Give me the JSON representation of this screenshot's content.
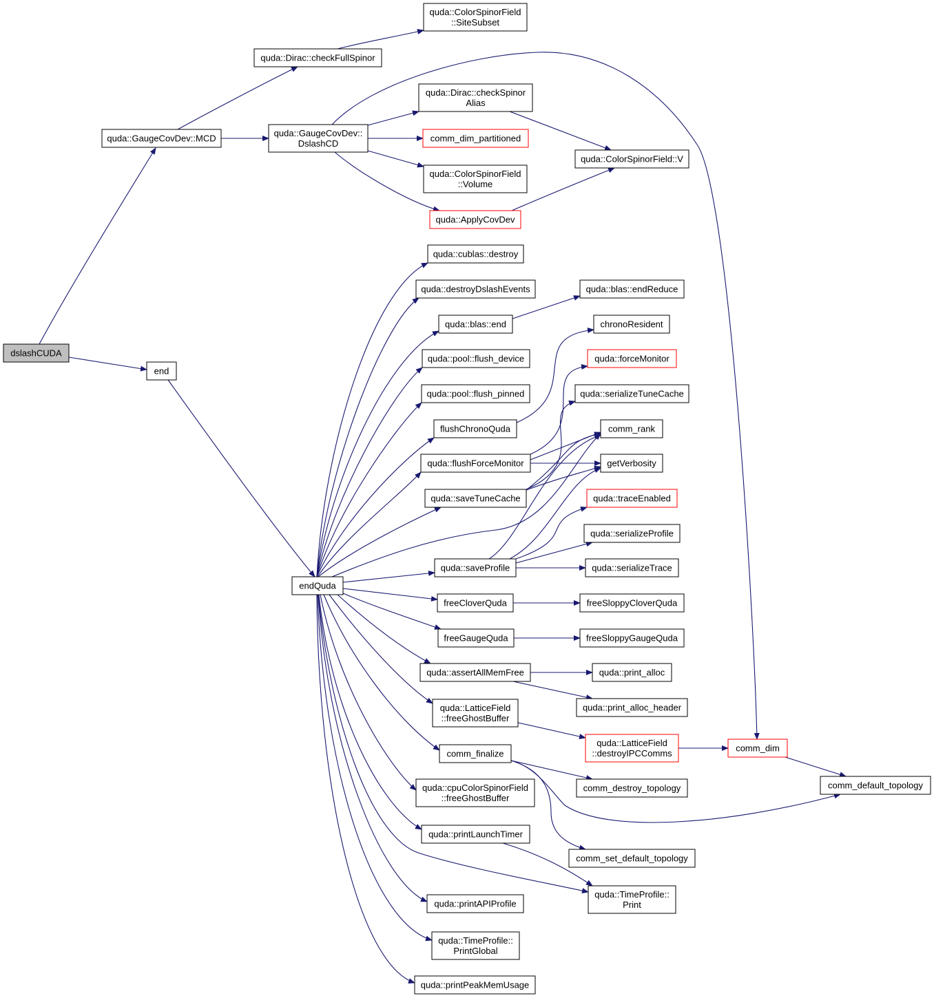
{
  "colors": {
    "edge": "#191970",
    "node_border": "#000000",
    "truncated_border": "#ff0000",
    "root_fill": "#bfbfbf",
    "node_fill": "#ffffff"
  },
  "nodes": [
    {
      "id": "dslashCUDA",
      "lines": [
        "dslashCUDA"
      ],
      "root": true
    },
    {
      "id": "mcd",
      "lines": [
        "quda::GaugeCovDev::MCD"
      ]
    },
    {
      "id": "end",
      "lines": [
        "end"
      ]
    },
    {
      "id": "checkFull",
      "lines": [
        "quda::Dirac::checkFullSpinor"
      ]
    },
    {
      "id": "siteSubset",
      "lines": [
        "quda::ColorSpinorField",
        "::SiteSubset"
      ]
    },
    {
      "id": "dslashCD",
      "lines": [
        "quda::GaugeCovDev::",
        "DslashCD"
      ]
    },
    {
      "id": "checkAlias",
      "lines": [
        "quda::Dirac::checkSpinor",
        "Alias"
      ]
    },
    {
      "id": "commDimPart",
      "lines": [
        "comm_dim_partitioned"
      ],
      "truncated": true
    },
    {
      "id": "cspfV",
      "lines": [
        "quda::ColorSpinorField::V"
      ]
    },
    {
      "id": "cspfVolume",
      "lines": [
        "quda::ColorSpinorField",
        "::Volume"
      ]
    },
    {
      "id": "applyCovDev",
      "lines": [
        "quda::ApplyCovDev"
      ],
      "truncated": true
    },
    {
      "id": "endQuda",
      "lines": [
        "endQuda"
      ]
    },
    {
      "id": "cublasDestroy",
      "lines": [
        "quda::cublas::destroy"
      ]
    },
    {
      "id": "destroyDslash",
      "lines": [
        "quda::destroyDslashEvents"
      ]
    },
    {
      "id": "blasEnd",
      "lines": [
        "quda::blas::end"
      ]
    },
    {
      "id": "blasEndReduce",
      "lines": [
        "quda::blas::endReduce"
      ]
    },
    {
      "id": "flushDevice",
      "lines": [
        "quda::pool::flush_device"
      ]
    },
    {
      "id": "chronoResident",
      "lines": [
        "chronoResident"
      ]
    },
    {
      "id": "flushPinned",
      "lines": [
        "quda::pool::flush_pinned"
      ]
    },
    {
      "id": "forceMonitor",
      "lines": [
        "quda::forceMonitor"
      ],
      "truncated": true
    },
    {
      "id": "flushChrono",
      "lines": [
        "flushChronoQuda"
      ]
    },
    {
      "id": "serializeTune",
      "lines": [
        "quda::serializeTuneCache"
      ]
    },
    {
      "id": "commRank",
      "lines": [
        "comm_rank"
      ]
    },
    {
      "id": "flushForce",
      "lines": [
        "quda::flushForceMonitor"
      ]
    },
    {
      "id": "getVerbosity",
      "lines": [
        "getVerbosity"
      ]
    },
    {
      "id": "saveTune",
      "lines": [
        "quda::saveTuneCache"
      ]
    },
    {
      "id": "traceEnabled",
      "lines": [
        "quda::traceEnabled"
      ],
      "truncated": true
    },
    {
      "id": "serializeProfile",
      "lines": [
        "quda::serializeProfile"
      ]
    },
    {
      "id": "saveProfile",
      "lines": [
        "quda::saveProfile"
      ]
    },
    {
      "id": "serializeTrace",
      "lines": [
        "quda::serializeTrace"
      ]
    },
    {
      "id": "freeClover",
      "lines": [
        "freeCloverQuda"
      ]
    },
    {
      "id": "freeSloppyClover",
      "lines": [
        "freeSloppyCloverQuda"
      ]
    },
    {
      "id": "freeGauge",
      "lines": [
        "freeGaugeQuda"
      ]
    },
    {
      "id": "freeSloppyGauge",
      "lines": [
        "freeSloppyGaugeQuda"
      ]
    },
    {
      "id": "assertMem",
      "lines": [
        "quda::assertAllMemFree"
      ]
    },
    {
      "id": "printAlloc",
      "lines": [
        "quda::print_alloc"
      ]
    },
    {
      "id": "printAllocHeader",
      "lines": [
        "quda::print_alloc_header"
      ]
    },
    {
      "id": "lfFreeGhost",
      "lines": [
        "quda::LatticeField",
        "::freeGhostBuffer"
      ]
    },
    {
      "id": "destroyIPC",
      "lines": [
        "quda::LatticeField",
        "::destroyIPCComms"
      ],
      "truncated": true
    },
    {
      "id": "commDim",
      "lines": [
        "comm_dim"
      ],
      "truncated": true
    },
    {
      "id": "commFinalize",
      "lines": [
        "comm_finalize"
      ]
    },
    {
      "id": "commDestroyTopo",
      "lines": [
        "comm_destroy_topology"
      ]
    },
    {
      "id": "commDefaultTopo",
      "lines": [
        "comm_default_topology"
      ]
    },
    {
      "id": "cpuFreeGhost",
      "lines": [
        "quda::cpuColorSpinorField",
        "::freeGhostBuffer"
      ]
    },
    {
      "id": "printLaunch",
      "lines": [
        "quda::printLaunchTimer"
      ]
    },
    {
      "id": "commSetDefault",
      "lines": [
        "comm_set_default_topology"
      ]
    },
    {
      "id": "tpPrint",
      "lines": [
        "quda::TimeProfile::",
        "Print"
      ]
    },
    {
      "id": "printAPI",
      "lines": [
        "quda::printAPIProfile"
      ]
    },
    {
      "id": "printGlobal",
      "lines": [
        "quda::TimeProfile::",
        "PrintGlobal"
      ]
    },
    {
      "id": "printPeak",
      "lines": [
        "quda::printPeakMemUsage"
      ]
    }
  ]
}
